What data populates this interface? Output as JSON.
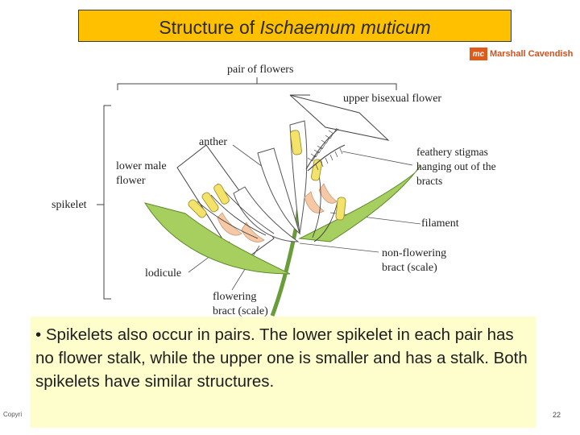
{
  "title": {
    "prefix": "Structure of ",
    "italic": "Ischaemum muticum"
  },
  "brand": {
    "logo": "mc",
    "name": "Marshall Cavendish"
  },
  "labels": {
    "pair_of_flowers": "pair of flowers",
    "upper_bisexual_flower": "upper bisexual flower",
    "anther": "anther",
    "lower_male_flower": "lower male\nflower",
    "feathery_stigmas": "feathery stigmas\nhanging out of the\nbracts",
    "spikelet": "spikelet",
    "filament": "filament",
    "non_flowering_bract": "non-flowering\nbract (scale)",
    "lodicule": "lodicule",
    "flowering_bract": "flowering\nbract (scale)"
  },
  "note": "• Spikelets also occur in pairs. The lower spikelet in each pair has no flower stalk, while the upper one is smaller and has a stalk. Both spikelets have similar structures.",
  "footer": {
    "copyright": "Copyri",
    "page": "22"
  },
  "colors": {
    "title_bg": "#ffc000",
    "note_bg": "#fefecc",
    "anther_yellow": "#f4e36b",
    "lodicule_peach": "#f6c9a6",
    "stem_green": "#8fbf4a",
    "brand_orange": "#e05a1a"
  }
}
